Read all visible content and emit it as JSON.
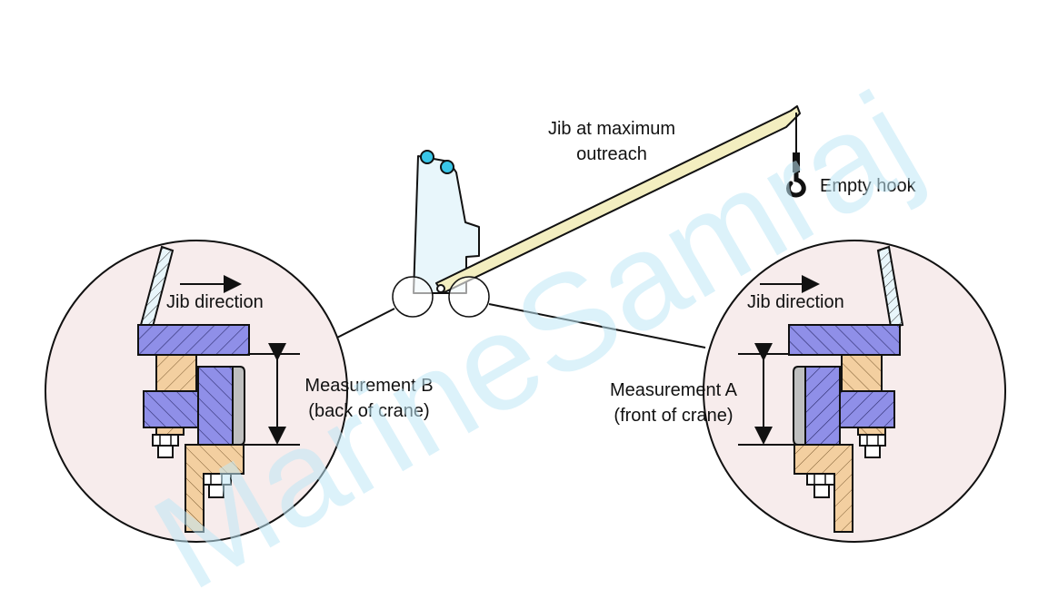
{
  "labels": {
    "jib_line1": "Jib at maximum",
    "jib_line2": "outreach",
    "empty_hook": "Empty hook",
    "jib_direction_left": "Jib direction",
    "jib_direction_right": "Jib direction",
    "measurement_b_line1": "Measurement B",
    "measurement_b_line2": "(back of crane)",
    "measurement_a_line1": "Measurement A",
    "measurement_a_line2": "(front of crane)"
  },
  "watermark": "MarineSamraj",
  "colors": {
    "hatch_blue": "#8f8fe8",
    "hatch_tan": "#f3cfa0",
    "jib_fill": "#f3eec0",
    "crane_body": "#e8f6fb",
    "sheave": "#39c6e8",
    "detail_circle": "#f7ecec",
    "roller": "#bfbfbf",
    "watermark": "#bfe7f6"
  }
}
